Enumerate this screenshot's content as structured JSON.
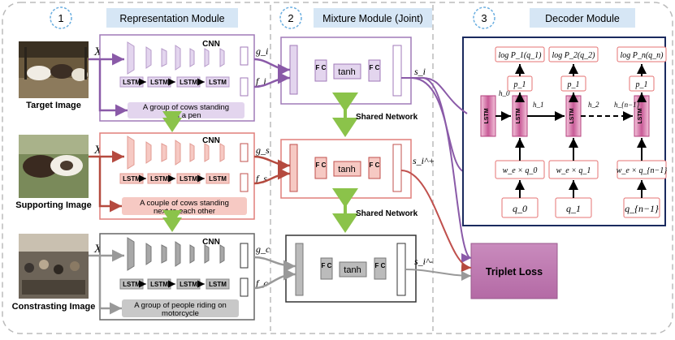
{
  "sections": [
    {
      "number": "1",
      "title": "Representation Module"
    },
    {
      "number": "2",
      "title": "Mixture Module (Joint)"
    },
    {
      "number": "3",
      "title": "Decoder Module"
    }
  ],
  "rows": [
    {
      "image_label": "Target Image",
      "input_var": "X_i",
      "cnn_label": "CNN",
      "cnn_out": "g_i",
      "lstm_out": "f_i",
      "caption_line1": "A group of cows standing",
      "caption_line2": "on a pen",
      "mix_out": "s_i",
      "color": "#a07ab8"
    },
    {
      "image_label": "Supporting Image",
      "input_var": "X_s",
      "cnn_label": "CNN",
      "cnn_out": "g_s",
      "lstm_out": "f_s",
      "caption_line1": "A couple of cows standing",
      "caption_line2": "next to   each other",
      "mix_out": "s_i^+",
      "color": "#c0504d"
    },
    {
      "image_label": "Constrasting  Image",
      "input_var": "X_c",
      "cnn_label": "CNN",
      "cnn_out": "g_c",
      "lstm_out": "f_c",
      "caption_line1": "A group of people riding  on",
      "caption_line2": "motorcycle",
      "mix_out": "s_i^-",
      "color": "#999999"
    }
  ],
  "lstm_label": "LSTM",
  "fc_label": "F C",
  "tanh_label": "tanh",
  "shared_network_label": "Shared Network",
  "triplet_loss_label": "Triplet Loss",
  "decoder": {
    "lstm_label": "LSTM",
    "hidden": [
      "h_0",
      "h_1",
      "h_2",
      "h_{n−1}"
    ],
    "outputs": [
      "log P_1(q_1)",
      "log P_2(q_2)",
      "log P_n(q_n)"
    ],
    "softmax_label": "p_1",
    "embeddings": [
      "w_e × q_0",
      "w_e × q_1",
      "w_e × q_{n−1}"
    ],
    "tokens": [
      "q_0",
      "q_1",
      "q_{n−1}"
    ]
  }
}
